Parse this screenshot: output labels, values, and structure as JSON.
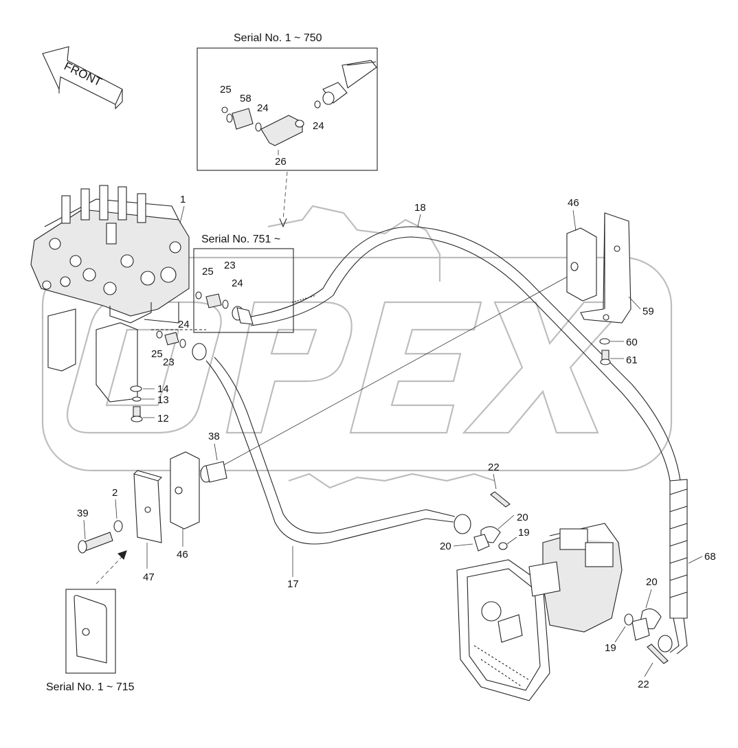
{
  "front_arrow": {
    "label": "FRONT"
  },
  "watermark": {
    "text": "OPEX"
  },
  "insets": {
    "top": {
      "caption": "Serial No. 1 ~ 750"
    },
    "middle": {
      "caption": "Serial No. 751 ~"
    },
    "bottom": {
      "caption": "Serial No. 1 ~ 715"
    }
  },
  "callouts": {
    "c1": "1",
    "c2": "2",
    "c12": "12",
    "c13": "13",
    "c14": "14",
    "c17": "17",
    "c18": "18",
    "c19a": "19",
    "c19b": "19",
    "c20a": "20",
    "c20b": "20",
    "c20c": "20",
    "c22a": "22",
    "c22b": "22",
    "c23a": "23",
    "c23b": "23",
    "c24a": "24",
    "c24b": "24",
    "c24c": "24",
    "c24d": "24",
    "c25a": "25",
    "c25b": "25",
    "c25c": "25",
    "c26": "26",
    "c38": "38",
    "c39": "39",
    "c46a": "46",
    "c46b": "46",
    "c47": "47",
    "c58": "58",
    "c59": "59",
    "c60": "60",
    "c61": "61",
    "c68": "68"
  }
}
